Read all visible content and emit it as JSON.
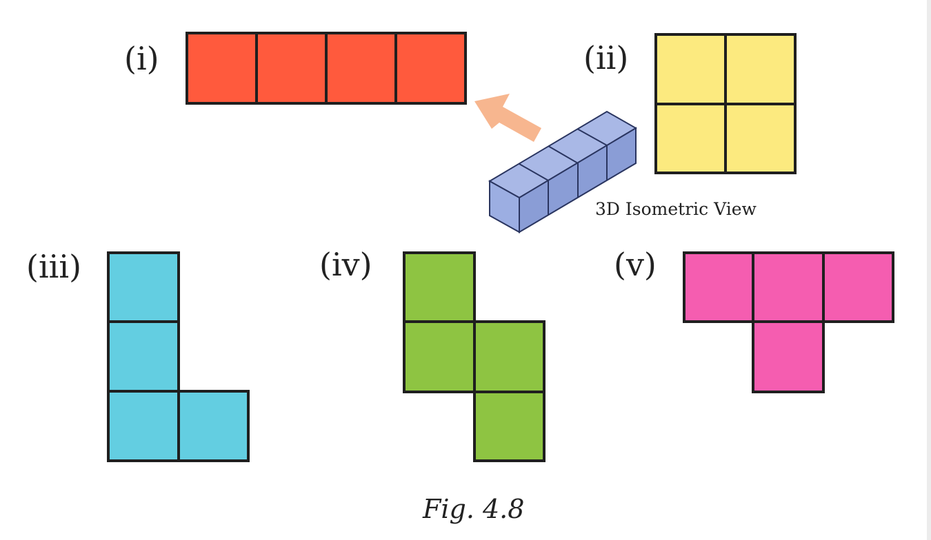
{
  "figure": {
    "caption": "Fig. 4.8",
    "isometric_label": "3D Isometric View",
    "shapes": [
      {
        "label": "(i)",
        "color": "#FF5A3D",
        "description_cells": 4
      },
      {
        "label": "(ii)",
        "color": "#FCEA7F",
        "description_cells": 4
      },
      {
        "label": "(iii)",
        "color": "#63CEE1",
        "description_cells": 4
      },
      {
        "label": "(iv)",
        "color": "#8EC442",
        "description_cells": 4
      },
      {
        "label": "(v)",
        "color": "#F55DB0",
        "description_cells": 4
      }
    ],
    "colors": {
      "outline": "#1f1f1f",
      "cube_front": "#A9B8E6",
      "cube_top": "#97A9DF",
      "cube_side": "#7F93D0",
      "cube_edge": "#2a3560",
      "arrow": "#F7B289"
    }
  }
}
